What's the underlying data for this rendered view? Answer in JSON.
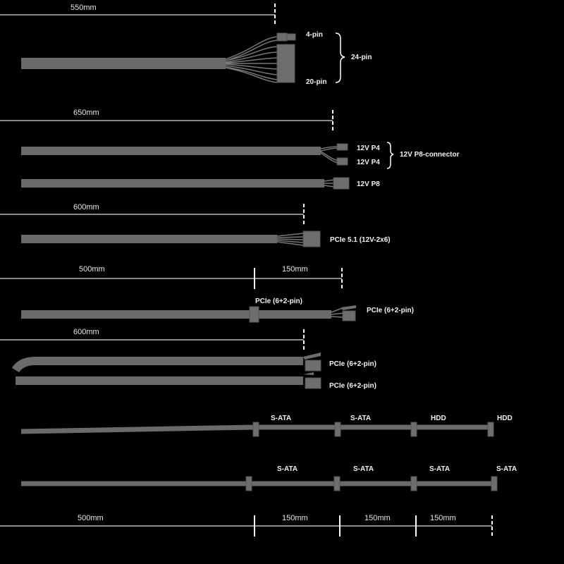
{
  "main_cable": {
    "length": "550mm",
    "top_label": "4-pin",
    "bottom_label": "20-pin",
    "group_label": "24-pin"
  },
  "cpu_cable": {
    "length": "650mm",
    "p4_a": "12V P4",
    "p4_b": "12V P4",
    "group_label": "12V P8-connector",
    "p8": "12V P8"
  },
  "pcie51_cable": {
    "length": "600mm",
    "label": "PCIe 5.1 (12V-2x6)"
  },
  "pcie_daisy": {
    "length_main": "500mm",
    "length_ext": "150mm",
    "mid_label": "PCIe (6+2-pin)",
    "end_label": "PCIe (6+2-pin)"
  },
  "pcie_dual": {
    "length": "600mm",
    "label_a": "PCIe (6+2-pin)",
    "label_b": "PCIe (6+2-pin)"
  },
  "sata_row1": {
    "labels": [
      "S-ATA",
      "S-ATA",
      "HDD",
      "HDD"
    ]
  },
  "sata_row2": {
    "labels": [
      "S-ATA",
      "S-ATA",
      "S-ATA",
      "S-ATA"
    ]
  },
  "bottom_scale": {
    "labels": [
      "500mm",
      "150mm",
      "150mm",
      "150mm"
    ]
  }
}
